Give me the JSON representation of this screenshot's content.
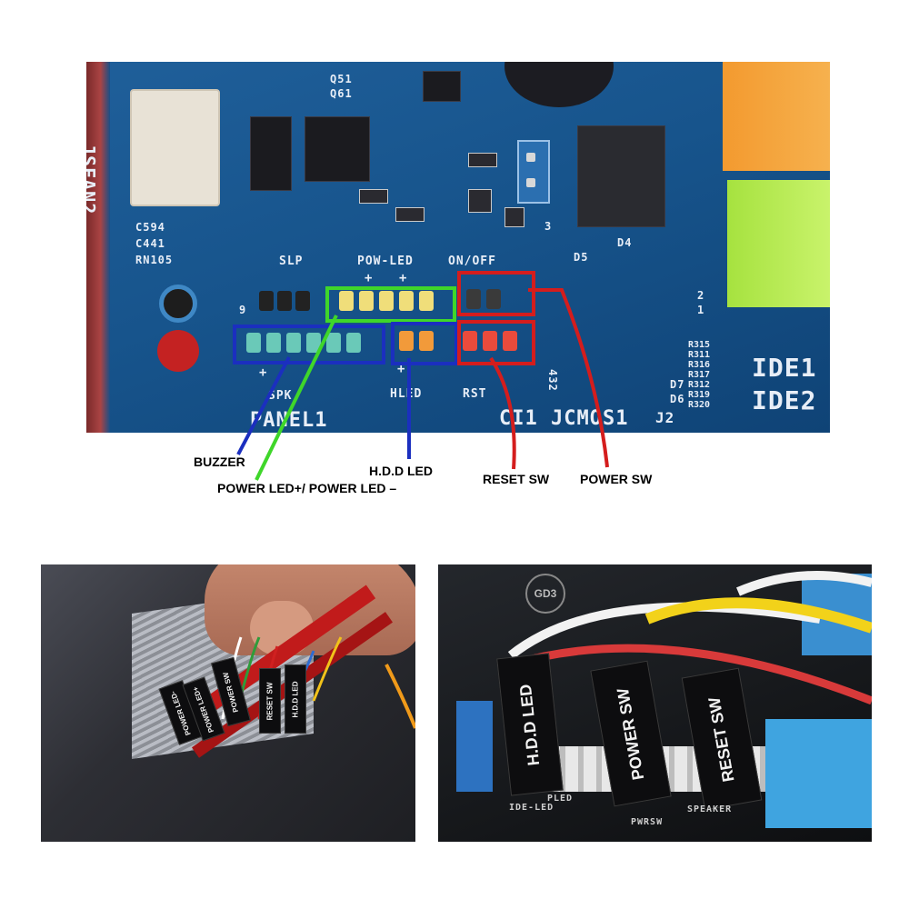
{
  "board": {
    "header_label": "JSFAN2",
    "panel_label": "PANEL1",
    "cmos_label": "CI1 JCMOS1",
    "j2_label": "J2",
    "slp": "SLP",
    "pow_led": "POW-LED",
    "on_off": "ON/OFF",
    "spk": "SPK",
    "hled": "HLED",
    "rst": "RST",
    "ide1": "IDE1",
    "ide2": "IDE2",
    "c594": "C594",
    "c441": "C441",
    "rn105": "RN105",
    "q51": "Q51",
    "q61": "Q61",
    "d5": "D5",
    "d4": "D4",
    "d7": "D7",
    "d6": "D6",
    "r_list": [
      "R315",
      "R311",
      "R316",
      "R317",
      "R312",
      "R319",
      "R320"
    ],
    "pin_nums": "432",
    "plus": "+",
    "nine": "9",
    "three": "3",
    "two": "2",
    "one": "1"
  },
  "labels": {
    "buzzer": "BUZZER",
    "power_led": "POWER LED+/ POWER LED –",
    "hdd_led": "H.D.D LED",
    "reset_sw": "RESET SW",
    "power_sw": "POWER SW"
  },
  "left_photo": {
    "connectors": [
      "POWER LED-",
      "POWER LED+",
      "POWER SW",
      "RESET SW",
      "H.D.D LED"
    ]
  },
  "right_photo": {
    "connectors": [
      "H.D.D LED",
      "POWER SW",
      "RESET SW"
    ],
    "silk": [
      "IDE-LED",
      "PLED",
      "PWRSW",
      "SPEAKER"
    ],
    "logo": "GD3"
  },
  "colors": {
    "buzzer_box": "#1b2fbf",
    "power_led_box": "#3fd62a",
    "hdd_box": "#1b2fbf",
    "reset_box": "#d41d1d",
    "power_sw_box": "#d41d1d"
  }
}
